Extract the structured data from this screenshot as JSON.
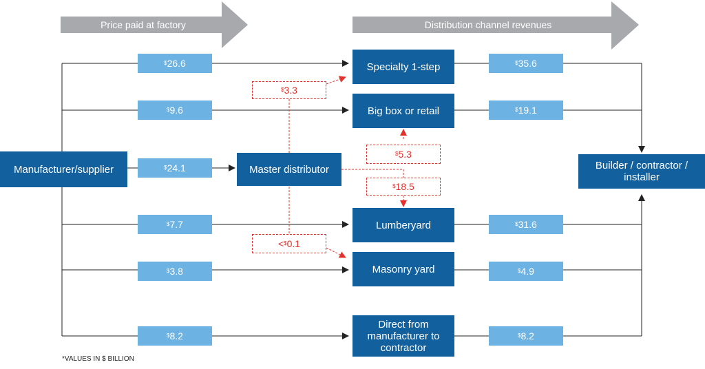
{
  "headers": {
    "factory_price": "Price paid at factory",
    "channel_revenues": "Distribution channel revenues"
  },
  "nodes": {
    "manufacturer": "Manufacturer/supplier",
    "master_distributor": "Master distributor",
    "specialty": "Specialty 1-step",
    "big_box": "Big box or retail",
    "lumberyard": "Lumberyard",
    "masonry": "Masonry yard",
    "direct": "Direct from manufacturer to contractor",
    "builder": "Builder / contractor / installer"
  },
  "factory_values": {
    "specialty": "26.6",
    "big_box": "9.6",
    "master": "24.1",
    "lumberyard": "7.7",
    "masonry": "3.8",
    "direct": "8.2"
  },
  "channel_values": {
    "specialty": "35.6",
    "big_box": "19.1",
    "lumberyard": "31.6",
    "masonry": "4.9",
    "direct": "8.2"
  },
  "master_flows": {
    "to_specialty": "3.3",
    "to_big_box": "5.3",
    "to_lumberyard": "18.5",
    "to_masonry": "0.1"
  },
  "currency_symbol": "$",
  "less_than_symbol": "<",
  "footnote": "*VALUES IN $ BILLION",
  "colors": {
    "dark_box": "#13609e",
    "light_box": "#6cb2e2",
    "header_arrow": "#a7a9ac",
    "flow_red": "#e4312b",
    "line": "#222222"
  }
}
